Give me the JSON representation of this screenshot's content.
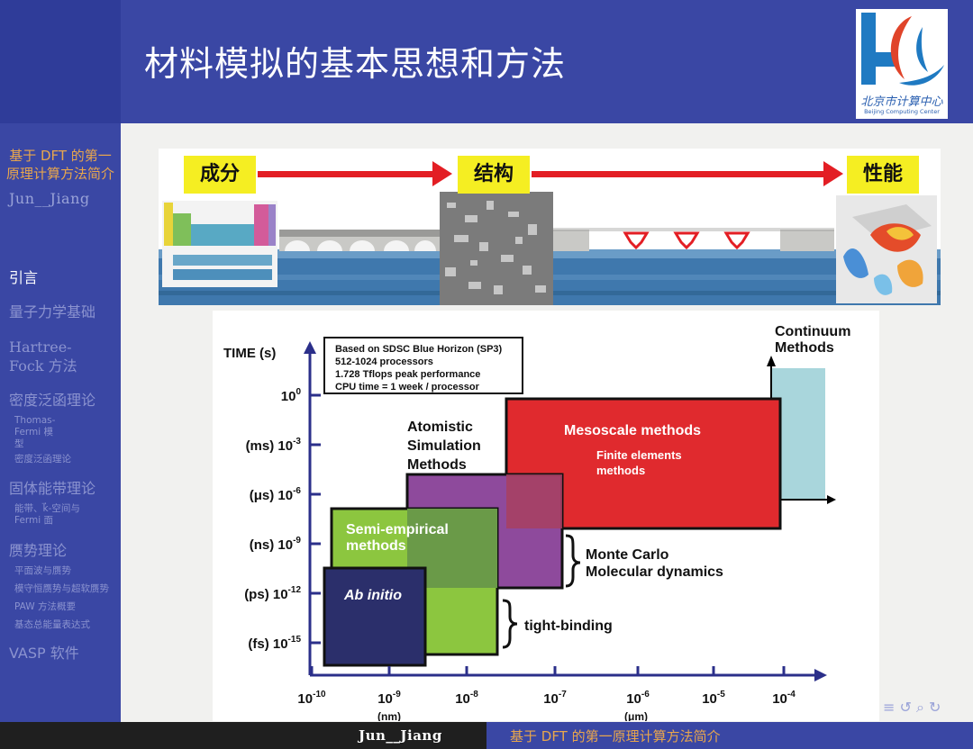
{
  "header": {
    "title": "材料模拟的基本思想和方法"
  },
  "logo": {
    "name": "北京市计算中心",
    "subtitle": "Beijing Computing Center"
  },
  "sidebar": {
    "talk_title": "基于 DFT 的第一原理计算方法简介",
    "author": "Jun__Jiang",
    "sections": [
      {
        "label": "引言",
        "active": true,
        "subs": []
      },
      {
        "label": "量子力学基础",
        "active": false,
        "subs": []
      },
      {
        "label": "Hartree-Fock 方法",
        "active": false,
        "subs": []
      },
      {
        "label": "密度泛函理论",
        "active": false,
        "subs": [
          "Thomas-Fermi 模型",
          "密度泛函理论"
        ]
      },
      {
        "label": "固体能带理论",
        "active": false,
        "subs": [
          "能带、k⃗-空间与 Fermi 面"
        ]
      },
      {
        "label": "赝势理论",
        "active": false,
        "subs": [
          "平面波与赝势",
          "模守恒赝势与超软赝势",
          "PAW 方法概要",
          "基态总能量表达式"
        ]
      },
      {
        "label": "VASP 软件",
        "active": false,
        "subs": []
      }
    ]
  },
  "banner": {
    "tags": [
      "成分",
      "结构",
      "性能"
    ]
  },
  "chart_data": {
    "type": "diagram",
    "xlabel_nm": "(nm)",
    "xlabel_um": "(μm)",
    "ylabel": "TIME (s)",
    "x_ticks": [
      {
        "base": "10",
        "exp": "-10"
      },
      {
        "base": "10",
        "exp": "-9"
      },
      {
        "base": "10",
        "exp": "-8"
      },
      {
        "base": "10",
        "exp": "-7"
      },
      {
        "base": "10",
        "exp": "-6"
      },
      {
        "base": "10",
        "exp": "-5"
      },
      {
        "base": "10",
        "exp": "-4"
      }
    ],
    "y_ticks": [
      {
        "prefix": "",
        "base": "10",
        "exp": "0"
      },
      {
        "prefix": "(ms) ",
        "base": "10",
        "exp": "-3"
      },
      {
        "prefix": "(μs) ",
        "base": "10",
        "exp": "-6"
      },
      {
        "prefix": "(ns) ",
        "base": "10",
        "exp": "-9"
      },
      {
        "prefix": "(ps) ",
        "base": "10",
        "exp": "-12"
      },
      {
        "prefix": "(fs) ",
        "base": "10",
        "exp": "-15"
      }
    ],
    "note_lines": [
      "Based on SDSC Blue Horizon (SP3)",
      "512-1024 processors",
      "1.728 Tflops peak performance",
      "CPU time = 1 week / processor"
    ],
    "regions": [
      {
        "label": "Continuum Methods",
        "color": "#a9d6dc"
      },
      {
        "label": "Mesoscale methods",
        "sub": "Finite elements methods",
        "color": "#e02a2e"
      },
      {
        "label": "Atomistic Simulation Methods",
        "color": "#8e4a9c"
      },
      {
        "label": "Semi-empirical methods",
        "color": "#8cc63f"
      },
      {
        "label": "Ab initio",
        "color": "#2b2f6b"
      }
    ],
    "brace_labels": [
      "Monte Carlo",
      "Molecular dynamics",
      "tight-binding"
    ]
  },
  "footer": {
    "author": "Jun__Jiang",
    "title": "基于 DFT 的第一原理计算方法简介"
  },
  "nav": {
    "symbols": "≡ ↺ ⌕ ↻"
  }
}
